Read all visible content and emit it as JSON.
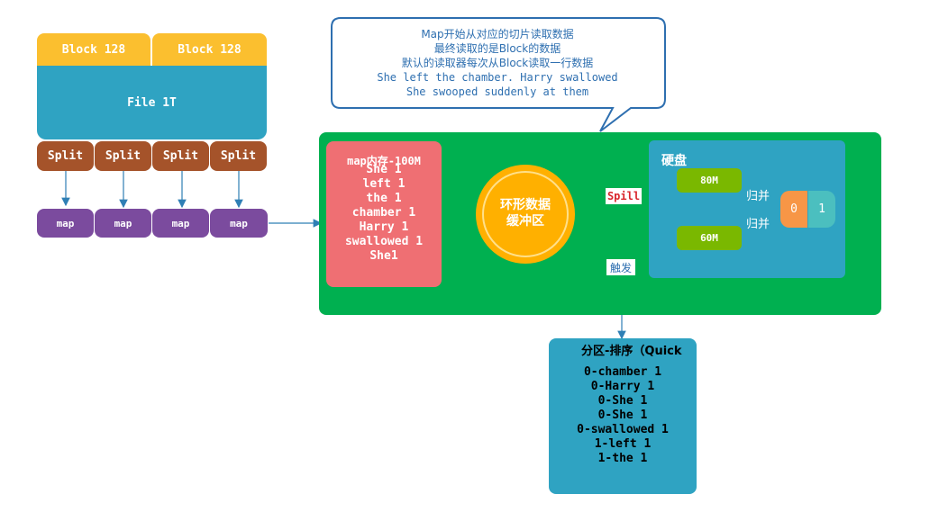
{
  "blocks": [
    "Block 128",
    "Block 128"
  ],
  "file_label": "File 1T",
  "splits": [
    "Split",
    "Split",
    "Split",
    "Split"
  ],
  "maps": [
    "map",
    "map",
    "map",
    "map"
  ],
  "callout": {
    "lines": [
      "Map开始从对应的切片读取数据",
      "最终读取的是Block的数据",
      "默认的读取器每次从Block读取一行数据",
      "She left the chamber. Harry swallowed",
      "She swooped suddenly at them"
    ]
  },
  "memory": {
    "title": "map内存-100M",
    "lines": [
      "She 1",
      "left 1",
      "the 1",
      "chamber 1",
      "Harry 1",
      "swallowed 1",
      "She1"
    ]
  },
  "ring_buffer": {
    "line1": "环形数据",
    "line2": "缓冲区"
  },
  "spill_label": "Spill",
  "trigger_label": "触发",
  "disk": {
    "title": "硬盘",
    "files": [
      "80M",
      "60M"
    ],
    "merge_labels": [
      "归并",
      "归并"
    ],
    "partitions": [
      "0",
      "1"
    ]
  },
  "partition_sort": {
    "title": "分区-排序（Quick",
    "lines": [
      "0-chamber 1",
      "0-Harry 1",
      "0-She 1",
      "0-She 1",
      "0-swallowed 1",
      "1-left 1",
      "1-the 1"
    ]
  },
  "colors": {
    "block": "#fbbf2f",
    "file": "#2fa3c2",
    "split": "#a5532a",
    "map": "#7b4b9e",
    "container": "#00b050",
    "memory": "#ef6f73",
    "ring": "#ffb000",
    "disk": "#2fa3c2",
    "mb": "#7ab800",
    "part0": "#f79646",
    "part1": "#4bbfbf",
    "arrow": "#2f7fb5",
    "callout_border": "#2e6fb0"
  }
}
